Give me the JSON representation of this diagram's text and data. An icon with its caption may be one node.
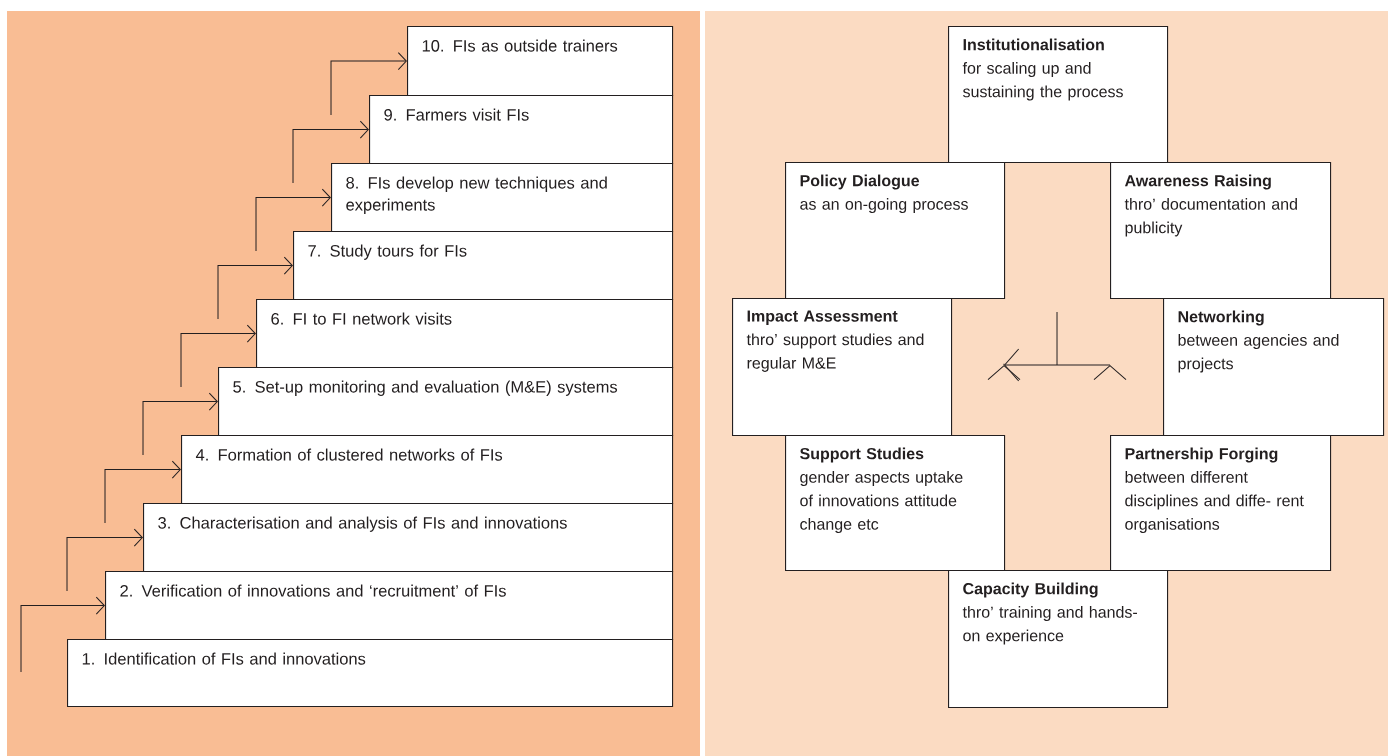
{
  "diagram": {
    "nodes": [
      {
        "text": [
          "1. Identification of FIs and innovations"
        ]
      },
      {
        "text": [
          "2. Verification of innovations and ‘recruitment’ of FIs"
        ]
      },
      {
        "text": [
          "3. Characterisation and analysis of FIs and innovations"
        ]
      },
      {
        "text": [
          "4. Formation of clustered networks of FIs"
        ]
      },
      {
        "text": [
          "5. Set-up monitoring and evaluation (M&E) systems"
        ]
      },
      {
        "text": [
          "6. FI to FI network visits"
        ]
      },
      {
        "text": [
          "7. Study tours for FIs"
        ]
      },
      {
        "text": [
          "8. FIs develop new techniques and experiments"
        ]
      },
      {
        "text": [
          "9. Farmers visit FIs"
        ]
      },
      {
        "text": [
          "10. FIs as outside trainers"
        ]
      },
      {
        "text": [
          "Institutionalisation",
          "for scaling up and sustaining the process"
        ]
      },
      {
        "text": [
          "Policy Dialogue",
          "as an on-going process"
        ]
      },
      {
        "text": [
          "Awareness Raising",
          "thro’ documentation and publicity"
        ]
      },
      {
        "text": [
          "Impact Assessment",
          "thro’ support studies and regular M&E"
        ]
      },
      {
        "text": [
          "Networking",
          "between agencies and projects"
        ]
      },
      {
        "text": [
          "Support Studies",
          "gender aspects uptake of innovations attitude change etc"
        ]
      },
      {
        "text": [
          "Partnership Forging",
          "between different disciplines and diffe- rent organisations"
        ]
      },
      {
        "text": [
          "Capacity Building",
          "thro’ training and hands-on experience"
        ]
      }
    ],
    "edges": [
      {
        "from": null,
        "to": 1,
        "arrow": "to"
      },
      {
        "from": null,
        "to": 2,
        "arrow": "to"
      },
      {
        "from": null,
        "to": 3,
        "arrow": "to"
      },
      {
        "from": null,
        "to": 4,
        "arrow": "to"
      },
      {
        "from": null,
        "to": 5,
        "arrow": "to"
      },
      {
        "from": null,
        "to": 6,
        "arrow": "to"
      },
      {
        "from": null,
        "to": 7,
        "arrow": "to"
      },
      {
        "from": null,
        "to": 8,
        "arrow": "to"
      },
      {
        "from": null,
        "to": 9,
        "arrow": "to"
      }
    ]
  }
}
